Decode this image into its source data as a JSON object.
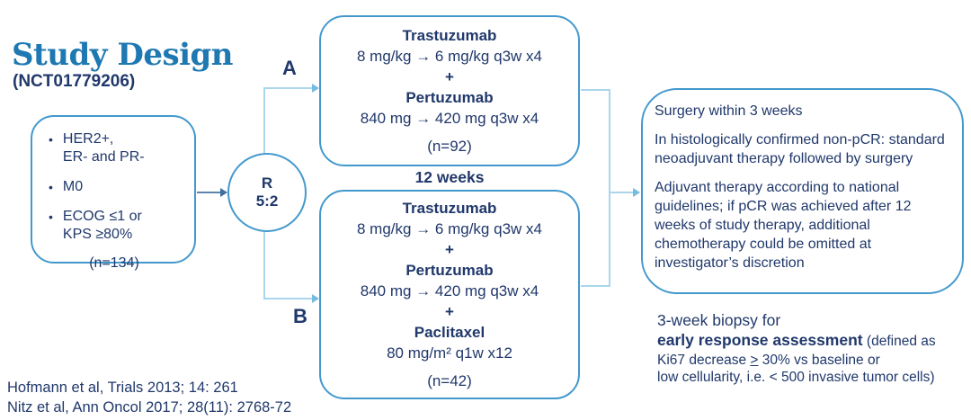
{
  "colors": {
    "title_blue": "#1E78B1",
    "text_navy": "#20386B",
    "box_border": "#4399CD",
    "connector_light": "#A9D6EB",
    "connector_dark": "#5E83AC"
  },
  "title": {
    "main": "Study Design",
    "sub": "(NCT01779206)"
  },
  "eligibility": {
    "bullet_glyph": "•",
    "bullets": [
      "HER2+,\nER- and PR-",
      "M0",
      "ECOG ≤1 or\nKPS ≥80%"
    ],
    "n_label": "(n=134)"
  },
  "randomization": {
    "letter": "R",
    "ratio": "5:2"
  },
  "arm_a": {
    "label": "A",
    "lines": [
      "Trastuzumab",
      "8 mg/kg → 6 mg/kg q3w x4",
      "+",
      "Pertuzumab",
      "840 mg → 420 mg q3w x4"
    ],
    "n_label": "(n=92)"
  },
  "duration_label": "12 weeks",
  "arm_b": {
    "label": "B",
    "lines": [
      "Trastuzumab",
      "8 mg/kg → 6 mg/kg q3w x4",
      "+",
      "Pertuzumab",
      "840 mg → 420 mg q3w x4",
      "+",
      "Paclitaxel",
      "80 mg/m² q1w x12"
    ],
    "n_label": "(n=42)"
  },
  "outcome": {
    "paragraphs": [
      "Surgery within 3 weeks",
      "In histologically confirmed non-pCR: standard neoadjuvant therapy followed by surgery",
      "Adjuvant therapy according to national guidelines; if pCR was achieved after 12 weeks of study therapy, additional chemotherapy could be omitted at investigator’s discretion"
    ]
  },
  "biopsy": {
    "line1": "3-week biopsy for",
    "line2_bold": "early response assessment",
    "line2_rest": " (defined as",
    "line3_pre": "Ki67 decrease ",
    "line3_gt": ">",
    "line3_post": " 30% vs baseline or",
    "line4": "low cellularity, i.e. < 500 invasive tumor cells)"
  },
  "references": [
    "Hofmann et al, Trials 2013; 14: 261",
    "Nitz et al, Ann Oncol 2017; 28(11): 2768-72"
  ]
}
